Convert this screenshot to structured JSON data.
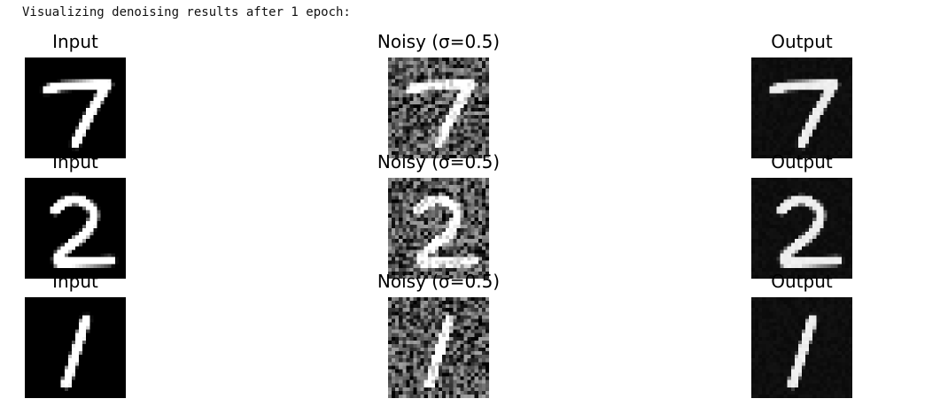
{
  "output": {
    "log_line": "Visualizing denoising results after 1 epoch:"
  },
  "figure": {
    "columns": [
      {
        "key": "input",
        "title": "Input",
        "style": "clean"
      },
      {
        "key": "noisy",
        "title": "Noisy (σ=0.5)",
        "style": "noisy"
      },
      {
        "key": "output",
        "title": "Output",
        "style": "denoised"
      }
    ],
    "rows": [
      {
        "digit": "7"
      },
      {
        "digit": "2"
      },
      {
        "digit": "1"
      }
    ]
  }
}
